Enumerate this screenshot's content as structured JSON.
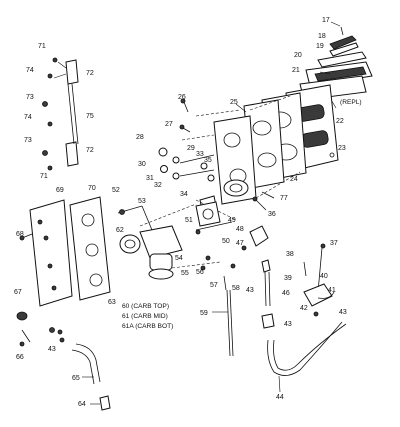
{
  "callouts": {
    "c17": "17",
    "c18": "18",
    "c19": "19",
    "c20": "20",
    "c21": "21",
    "c22": "22",
    "c23": "23",
    "c24": "24",
    "c25": "25",
    "c26": "26",
    "c27": "27",
    "c28": "28",
    "c29": "29",
    "c30": "30",
    "c31": "31",
    "c32": "32",
    "c33": "33",
    "c34": "34",
    "c35": "35",
    "c36": "36",
    "c37": "37",
    "c38": "38",
    "c39": "39",
    "c40": "40",
    "c41": "41",
    "c42": "42",
    "c43a": "43",
    "c43b": "43",
    "c43c": "43",
    "c43d": "43",
    "c44": "44",
    "c46": "46",
    "c47": "47",
    "c48": "48",
    "c49": "49",
    "c50": "50",
    "c51": "51",
    "c52": "52",
    "c53": "53",
    "c54": "54",
    "c55": "55",
    "c56": "56",
    "c57": "57",
    "c58": "58",
    "c59": "59",
    "c62": "62",
    "c63": "63",
    "c64": "64",
    "c65": "65",
    "c66": "66",
    "c67": "67",
    "c68": "68",
    "c69": "69",
    "c70": "70",
    "c71a": "71",
    "c71b": "71",
    "c72a": "72",
    "c72b": "72",
    "c73a": "73",
    "c73b": "73",
    "c74a": "74",
    "c74b": "74",
    "c75": "75",
    "c77": "77"
  },
  "notes": {
    "repl": "(REPL)",
    "carb_top": "60 (CARB TOP)",
    "carb_mid": "61 (CARB MID)",
    "carb_bot": "61A (CARB BOT)"
  },
  "colors": {
    "ink": "#111111",
    "paper": "#ffffff",
    "shade": "#3a3a3a"
  }
}
